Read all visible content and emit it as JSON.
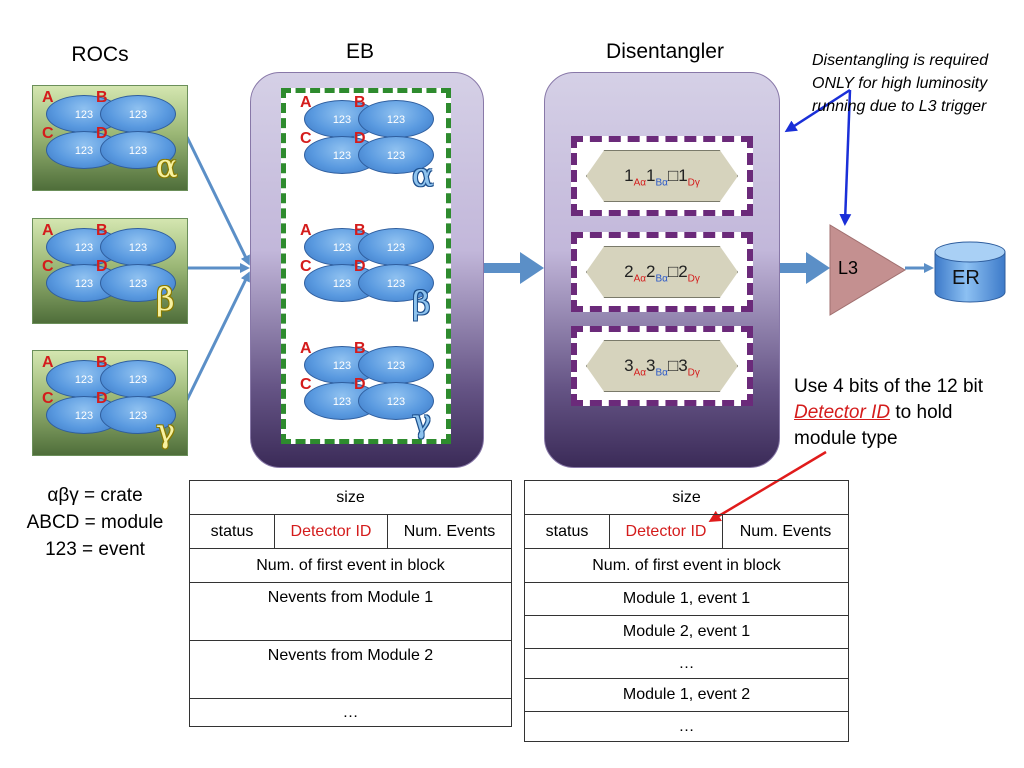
{
  "headings": {
    "rocs": "ROCs",
    "eb": "EB",
    "disentangler": "Disentangler"
  },
  "modules": [
    "A",
    "B",
    "C",
    "D"
  ],
  "event_label": "123",
  "crates": [
    "α",
    "β",
    "γ"
  ],
  "disentangler_rows": [
    {
      "num": "1",
      "sub1": "Aα",
      "sub2": "Bα",
      "mid": "□1",
      "sub3": "Dγ"
    },
    {
      "num": "2",
      "sub1": "Aα",
      "sub2": "Bα",
      "mid": "□2",
      "sub3": "Dγ"
    },
    {
      "num": "3",
      "sub1": "Aα",
      "sub2": "Bα",
      "mid": "□3",
      "sub3": "Dγ"
    }
  ],
  "l3": "L3",
  "er": "ER",
  "note": [
    "Disentangling is required",
    "ONLY for high luminosity",
    "running due to L3 trigger"
  ],
  "bits_note": {
    "line1": "Use 4 bits of the 12 bit",
    "detector_id": "Detector ID",
    "line2_rest": " to hold",
    "line3": "module type"
  },
  "legend": [
    "αβγ = crate",
    "ABCD = module",
    "123 = event"
  ],
  "table_left": {
    "size": "size",
    "status": "status",
    "detector_id": "Detector ID",
    "num_events": "Num. Events",
    "first_event": "Num. of first event in block",
    "rows": [
      "Nevents from Module 1",
      "Nevents from Module 2",
      "…"
    ]
  },
  "table_right": {
    "size": "size",
    "status": "status",
    "detector_id": "Detector ID",
    "num_events": "Num. Events",
    "first_event": "Num. of first event in block",
    "rows": [
      "Module 1, event 1",
      "Module 2, event 1",
      "…",
      "Module 1, event 2",
      "…"
    ]
  },
  "colors": {
    "accent_red": "#d41c1c",
    "arrow_blue": "#5b8fc7",
    "dash_green": "#2e8b2e",
    "dash_purple": "#6b2a7a"
  }
}
